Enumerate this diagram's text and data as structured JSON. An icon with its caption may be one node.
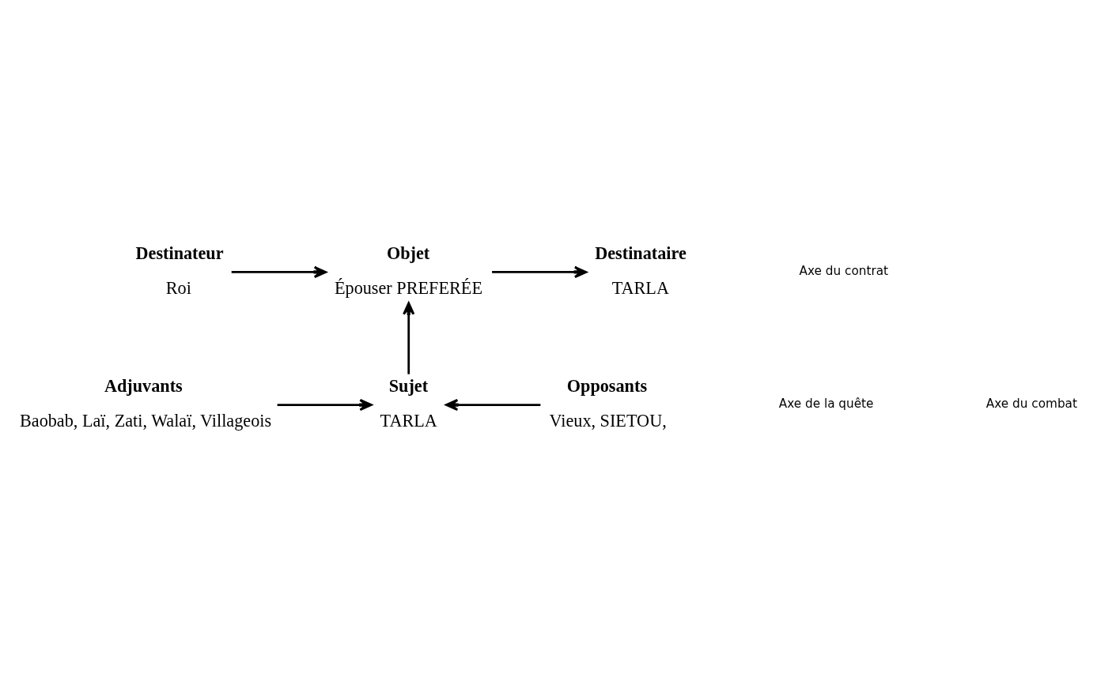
{
  "diagram": {
    "nodes": [
      {
        "text": [
          "Destinateur",
          "Roi"
        ]
      },
      {
        "text": [
          "Objet",
          "Épouser PREFERÉE"
        ]
      },
      {
        "text": [
          "Destinataire",
          "TARLA"
        ]
      },
      {
        "text": [
          "Adjuvants",
          "Baobab, Laï, Zati, Walaï, Villageois"
        ]
      },
      {
        "text": [
          "Sujet",
          "TARLA"
        ]
      },
      {
        "text": [
          "Opposants",
          "Vieux, SIETOU,"
        ]
      }
    ],
    "edges": [
      {
        "from": 0,
        "to": 1,
        "arrow": "to"
      },
      {
        "from": 1,
        "to": 2,
        "arrow": "to"
      },
      {
        "from": 4,
        "to": 1,
        "arrow": "to"
      },
      {
        "from": 3,
        "to": 4,
        "arrow": "to"
      },
      {
        "from": 5,
        "to": 4,
        "arrow": "to"
      }
    ],
    "labels": [
      "Axe du contrat",
      "Axe de la quête",
      "Axe du combat"
    ]
  }
}
